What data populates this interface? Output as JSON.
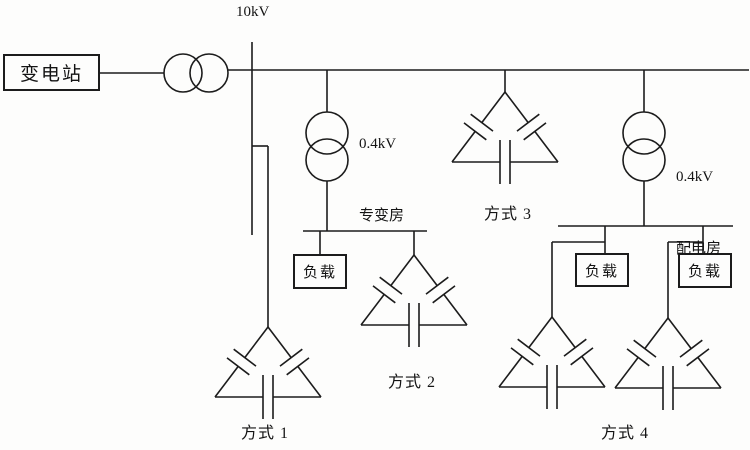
{
  "colors": {
    "background": "#fdfdfc",
    "line": "#1c1c1c",
    "text": "#141414"
  },
  "labels": {
    "bus_voltage": "10kV",
    "substation": "变电站",
    "transformer2_voltage": "0.4kV",
    "transformer2_room": "专变房",
    "transformer4_voltage": "0.4kV",
    "transformer4_room": "配电房"
  },
  "loads": [
    "负载",
    "负载",
    "负载"
  ],
  "methods": [
    {
      "label": "方式 1"
    },
    {
      "label": "方式 2"
    },
    {
      "label": "方式 3"
    },
    {
      "label": "方式 4"
    }
  ]
}
